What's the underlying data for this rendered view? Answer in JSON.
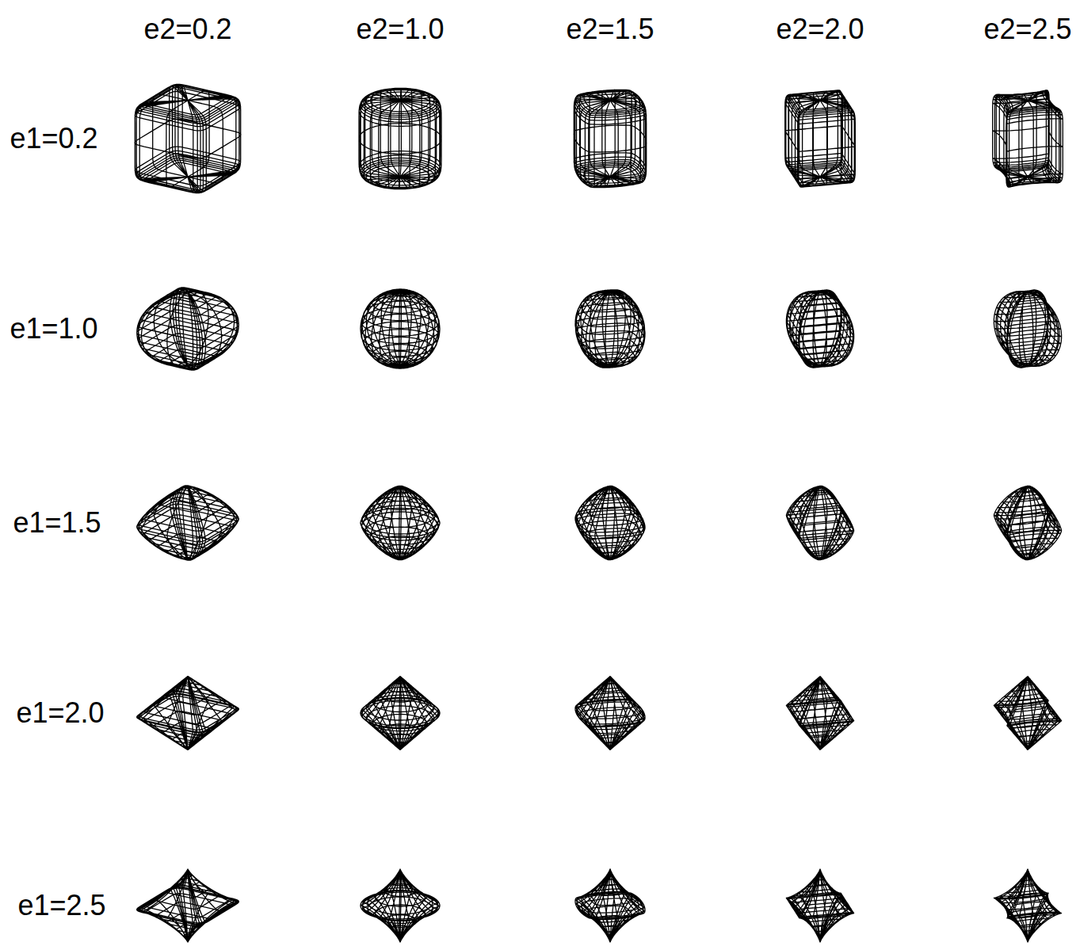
{
  "diagram": {
    "labels": [
      "e2=0.2",
      "e2=1.0",
      "e2=1.5",
      "e2=2.0",
      "e2=2.5",
      "e1=0.2",
      "e1=1.0",
      "e1=1.5",
      "e1=2.0",
      "e1=2.5"
    ]
  }
}
